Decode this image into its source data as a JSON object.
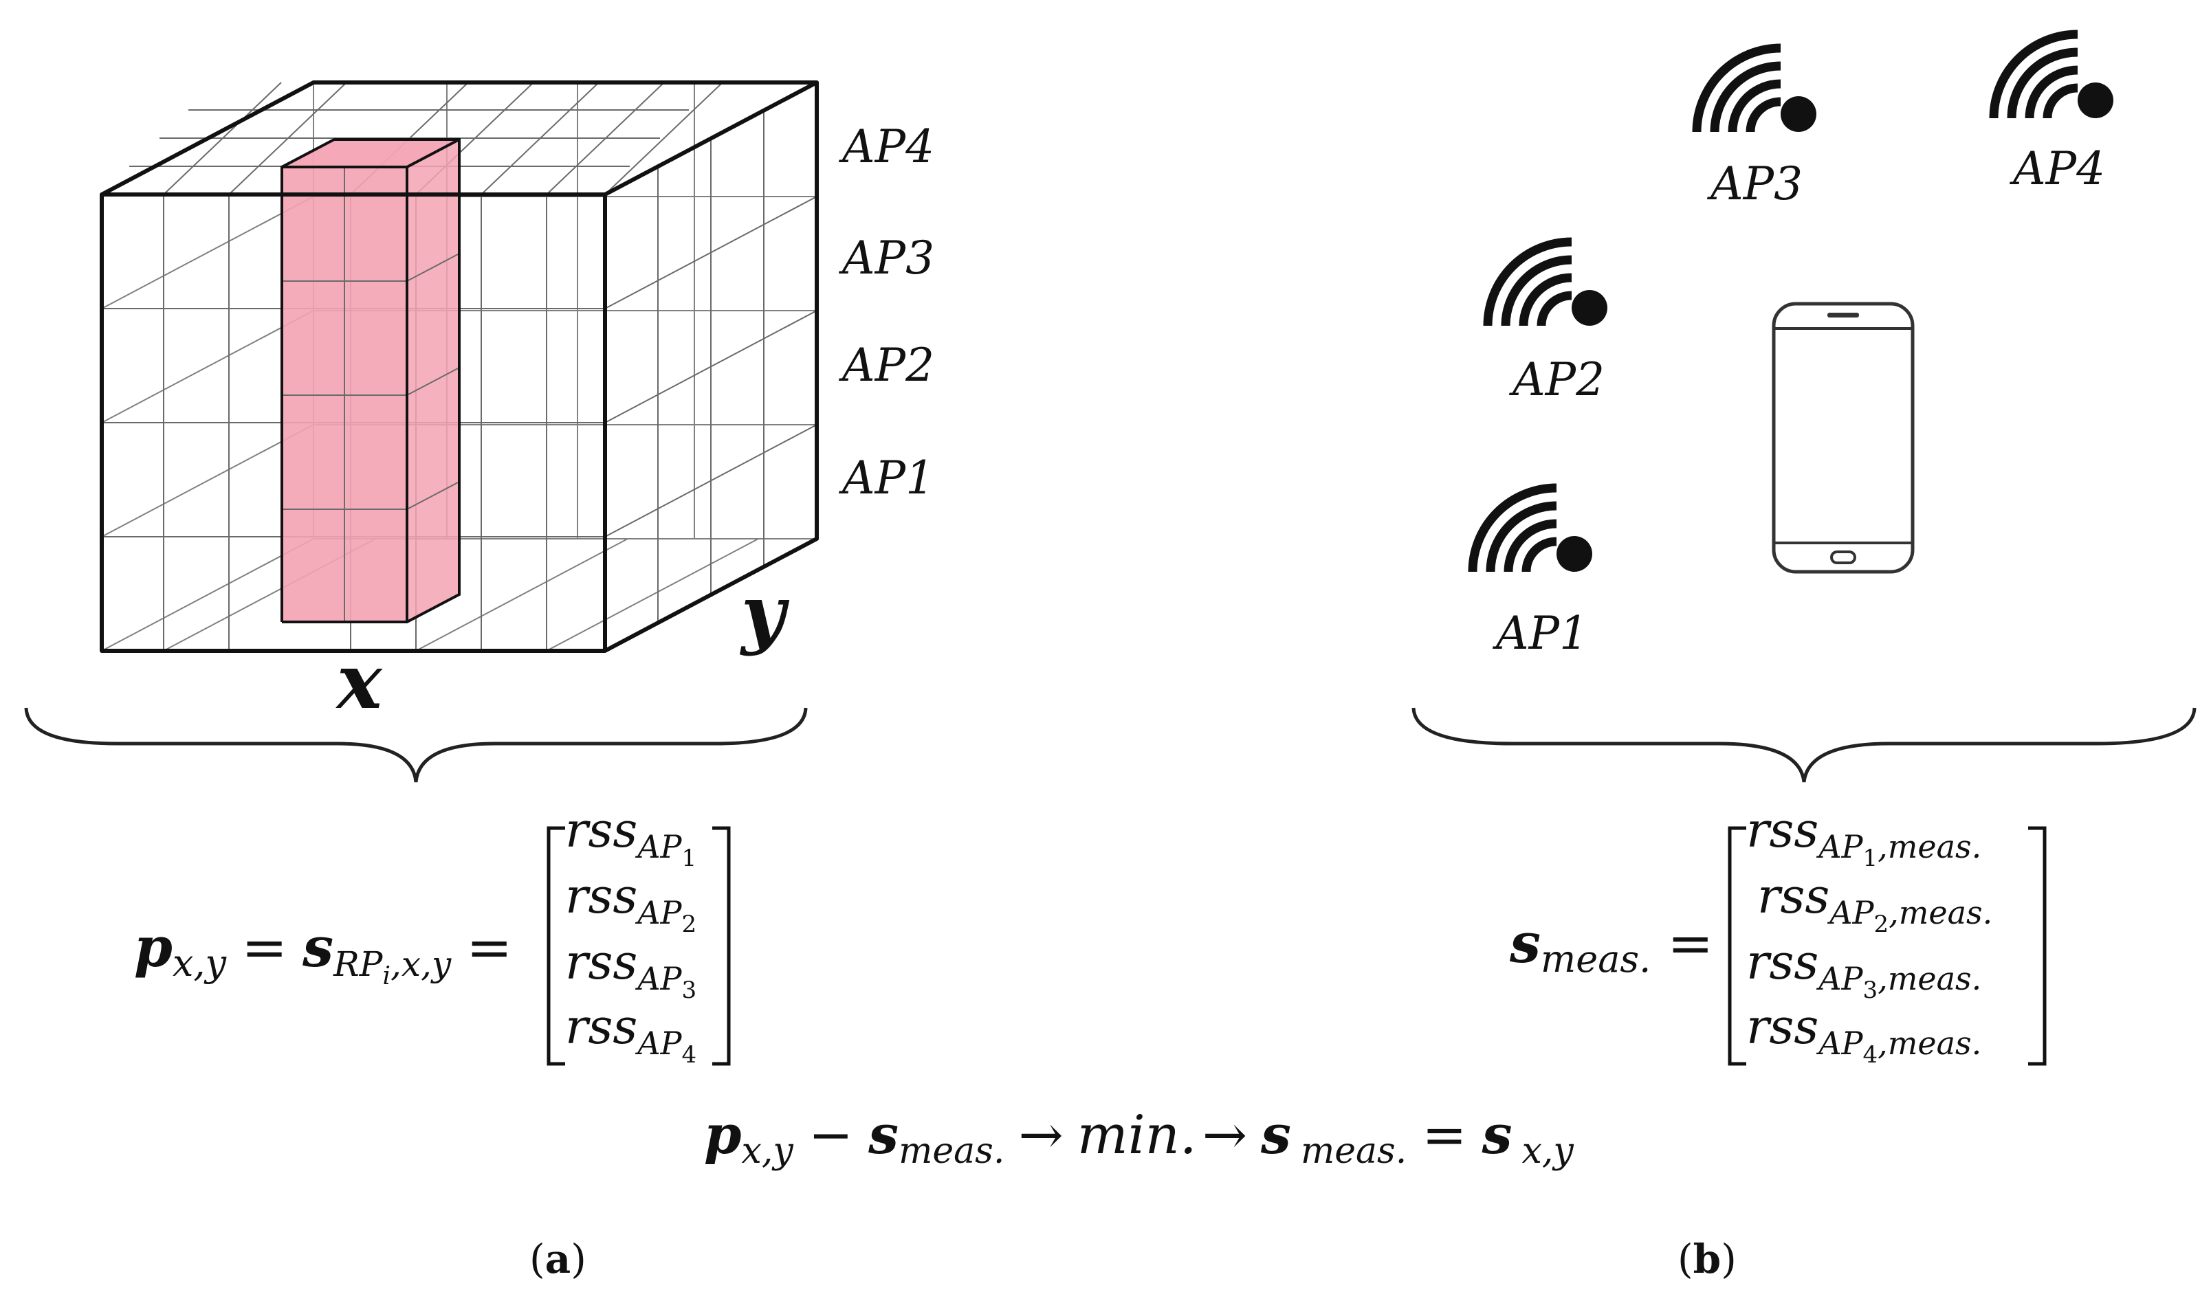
{
  "figure_a": {
    "layer_labels": [
      "AP4",
      "AP3",
      "AP2",
      "AP1"
    ],
    "axis_x": "x",
    "axis_y": "y",
    "highlight_color": "#f4a3b3",
    "equation": {
      "lhs": "p",
      "lhs_sub": "x,y",
      "mid": "s",
      "mid_sub": "RP",
      "mid_sub_i": "i",
      "mid_sub_rest": ",x,y",
      "vector": [
        {
          "base": "rss",
          "sub": "AP",
          "idx": "1"
        },
        {
          "base": "rss",
          "sub": "AP",
          "idx": "2"
        },
        {
          "base": "rss",
          "sub": "AP",
          "idx": "3"
        },
        {
          "base": "rss",
          "sub": "AP",
          "idx": "4"
        }
      ]
    },
    "caption_letter": "a"
  },
  "figure_b": {
    "access_points": [
      "AP1",
      "AP2",
      "AP3",
      "AP4"
    ],
    "device_icon": "smartphone-icon",
    "ap_icon": "wifi-signal-icon",
    "equation": {
      "lhs": "s",
      "lhs_sub": "meas.",
      "vector": [
        {
          "base": "rss",
          "sub": "AP",
          "idx": "1",
          "tail": ",meas."
        },
        {
          "base": "rss",
          "sub": "AP",
          "idx": "2",
          "tail": ",meas."
        },
        {
          "base": "rss",
          "sub": "AP",
          "idx": "3",
          "tail": ",meas."
        },
        {
          "base": "rss",
          "sub": "AP",
          "idx": "4",
          "tail": ",meas."
        }
      ]
    },
    "caption_letter": "b"
  },
  "bottom_equation": {
    "p": "p",
    "p_sub": "x,y",
    "minus": "−",
    "s1": "s",
    "s1_sub": "meas.",
    "arrow1": "→",
    "min_text": "min.",
    "arrow2": "→",
    "s2": "s",
    "s2_sub": "meas.",
    "eq": "=",
    "s3": "s",
    "s3_sub": "x,y"
  },
  "symbols": {
    "equals": "=",
    "open_paren": "(",
    "close_paren": ")"
  }
}
